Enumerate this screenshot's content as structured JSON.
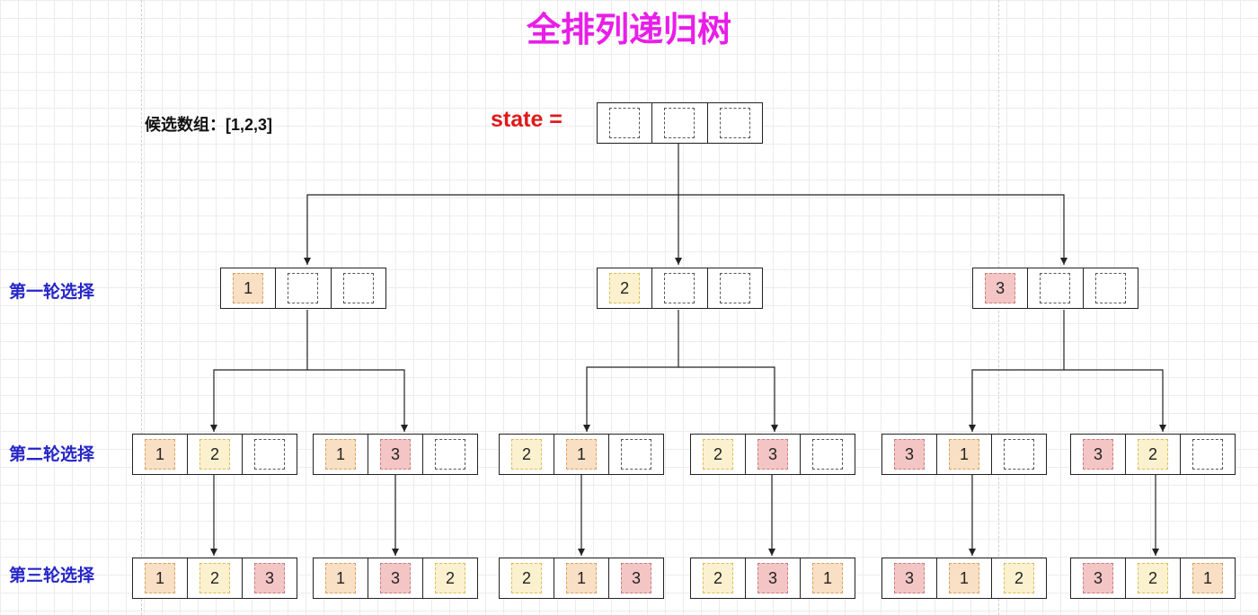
{
  "title": "全排列递归树",
  "candidates_label": "候选数组：[1,2,3]",
  "state_label": "state =",
  "row_labels": [
    "第一轮选择",
    "第二轮选择",
    "第三轮选择"
  ],
  "root": [
    "",
    "",
    ""
  ],
  "level1": [
    [
      "1",
      "",
      ""
    ],
    [
      "2",
      "",
      ""
    ],
    [
      "3",
      "",
      ""
    ]
  ],
  "level2": [
    [
      "1",
      "2",
      ""
    ],
    [
      "1",
      "3",
      ""
    ],
    [
      "2",
      "1",
      ""
    ],
    [
      "2",
      "3",
      ""
    ],
    [
      "3",
      "1",
      ""
    ],
    [
      "3",
      "2",
      ""
    ]
  ],
  "level3": [
    [
      "1",
      "2",
      "3"
    ],
    [
      "1",
      "3",
      "2"
    ],
    [
      "2",
      "1",
      "3"
    ],
    [
      "2",
      "3",
      "1"
    ],
    [
      "3",
      "1",
      "2"
    ],
    [
      "3",
      "2",
      "1"
    ]
  ],
  "colors": {
    "value_1": "#f9dfc3",
    "value_2": "#fbf1cf",
    "value_3": "#f4c5c5",
    "title": "#e81ee8",
    "state_label": "#e01919",
    "row_label": "#2626c8"
  }
}
